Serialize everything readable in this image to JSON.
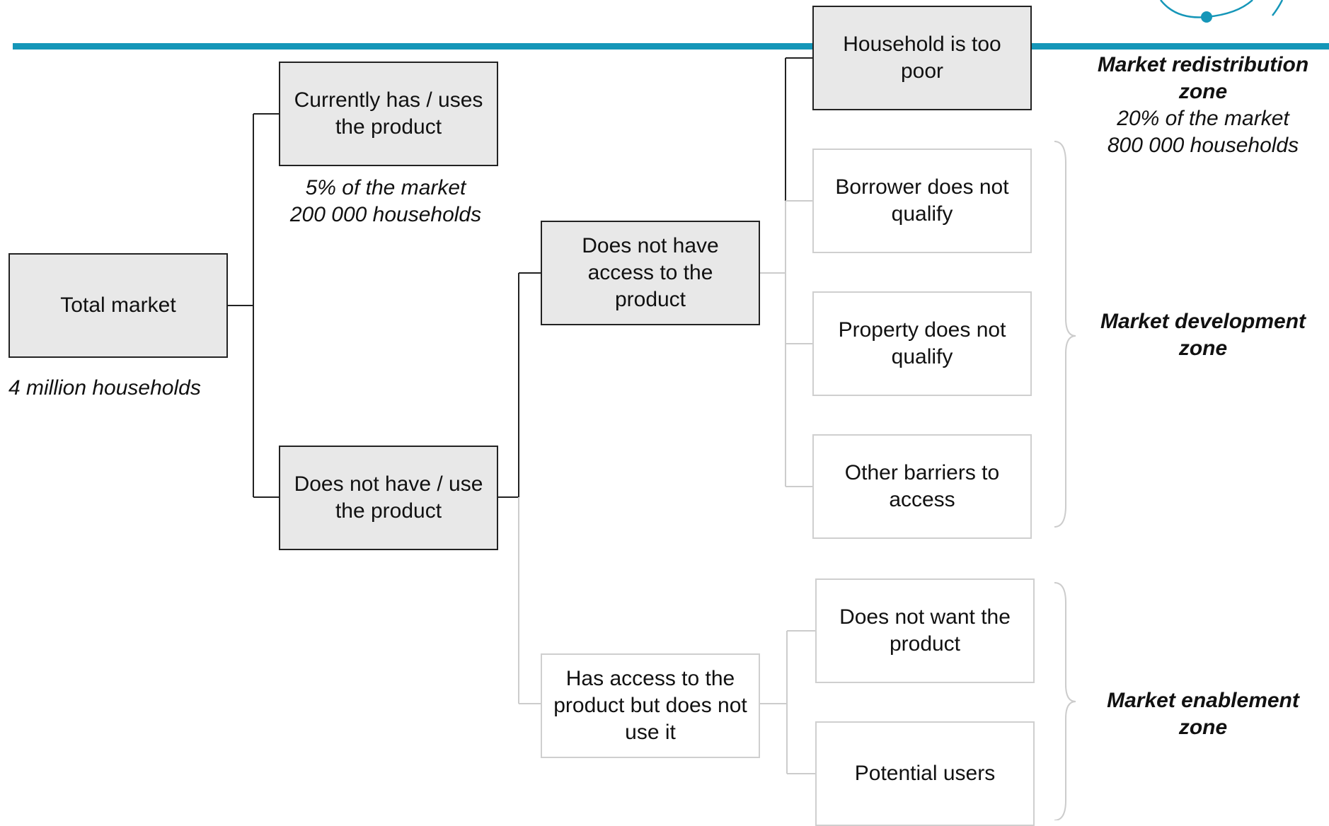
{
  "colors": {
    "accent": "#1596b8",
    "box_fill": "#e8e8e8",
    "box_border": "#222222",
    "light_border": "#cfcfcf"
  },
  "icons": {
    "logo": "circle-arc-logo"
  },
  "nodes": {
    "total_market": "Total market",
    "currently_has": "Currently has / uses the product",
    "does_not_have_use": "Does not have / use the product",
    "no_access": "Does not have access to the product",
    "has_access_not_use": "Has access to the product but does not use it",
    "too_poor": "Household is too poor",
    "borrower_not_qualify": "Borrower does not qualify",
    "property_not_qualify": "Property does not qualify",
    "other_barriers": "Other barriers to access",
    "not_want": "Does not want the product",
    "potential_users": "Potential users"
  },
  "notes": {
    "total_households": "4 million households",
    "current_share": "5% of the market",
    "current_households": "200 000 households"
  },
  "zones": {
    "redistribution": {
      "name": "Market redistribution zone",
      "share": "20% of the market",
      "households": "800 000 households"
    },
    "development": {
      "name": "Market development zone"
    },
    "enablement": {
      "name": "Market enablement zone"
    }
  }
}
